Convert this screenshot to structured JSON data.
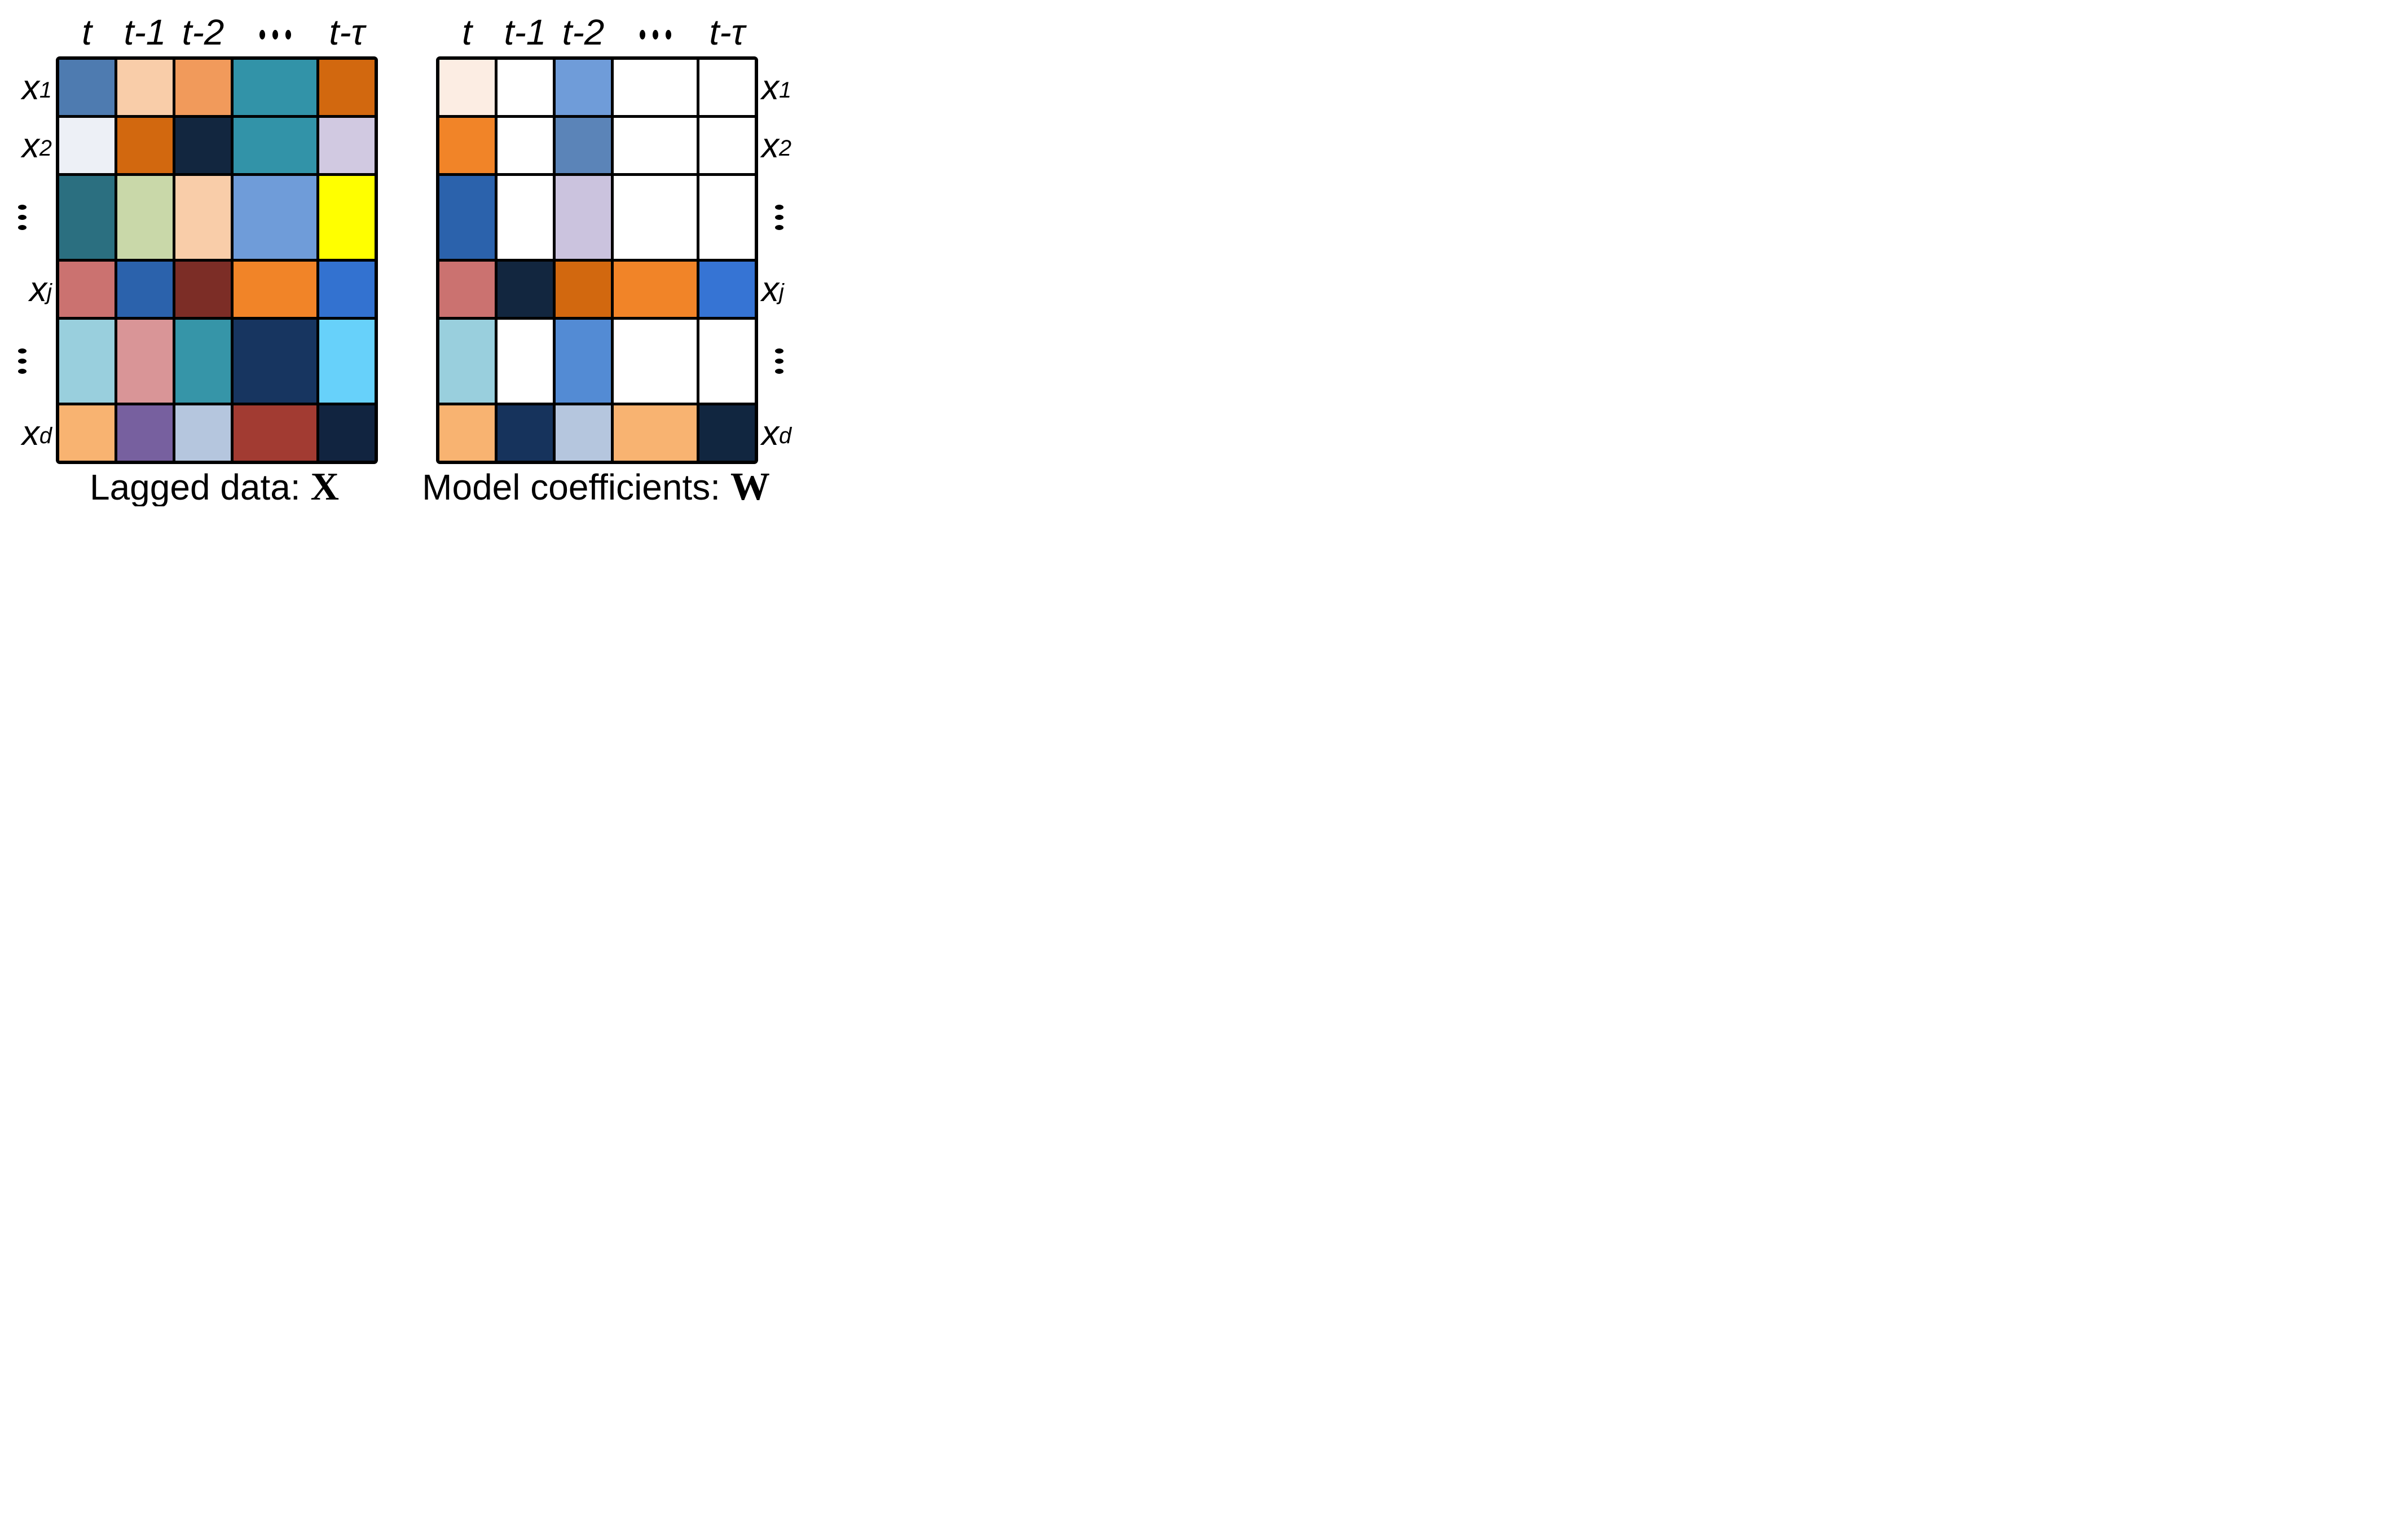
{
  "figure": {
    "column_headers": [
      "t",
      "t-1",
      "t-2",
      "⋯",
      "t-τ"
    ],
    "row_labels": [
      {
        "base": "x",
        "sub": "1"
      },
      {
        "base": "x",
        "sub": "2"
      },
      {
        "dots": true
      },
      {
        "base": "x",
        "sub": "j"
      },
      {
        "dots": true
      },
      {
        "base": "x",
        "sub": "d"
      }
    ],
    "captions": {
      "left_text": "Lagged data: ",
      "left_symbol": "X",
      "right_text": "Model coefficients: ",
      "right_symbol": "W"
    }
  },
  "chart_data": {
    "type": "heatmap",
    "title": "Lagged data matrix X and sparse model coefficient matrix W",
    "columns": [
      "t",
      "t-1",
      "t-2",
      "⋯",
      "t-τ"
    ],
    "rows": [
      "x1",
      "x2",
      "⋮",
      "xj",
      "⋮",
      "xd"
    ],
    "grid_line_color": "#000000",
    "empty_cell_color": "#ffffff",
    "matrices": [
      {
        "name": "Lagged data: X",
        "caption": "Lagged data: X",
        "cell_colors": [
          [
            "#4e7bb0",
            "#f9cda9",
            "#f19a5b",
            "#3293a8",
            "#d2680f"
          ],
          [
            "#edf0f6",
            "#d2680f",
            "#12263f",
            "#3293a8",
            "#d1c9e1"
          ],
          [
            "#2b6f80",
            "#c9d8a9",
            "#f9cda9",
            "#6f9cd9",
            "#ffff00"
          ],
          [
            "#cb7270",
            "#2b62ac",
            "#7c2d26",
            "#f18428",
            "#3372d0"
          ],
          [
            "#99cfdd",
            "#d99597",
            "#3695a8",
            "#173560",
            "#67d1fa"
          ],
          [
            "#f8b371",
            "#77609f",
            "#b5c6de",
            "#a23b32",
            "#112440"
          ]
        ]
      },
      {
        "name": "Model coefficients: W",
        "caption": "Model coefficients: W",
        "cell_colors": [
          [
            "#fcede3",
            null,
            "#6f9cd9",
            null,
            null
          ],
          [
            "#f18428",
            null,
            "#5b84b8",
            null,
            null
          ],
          [
            "#2b62ac",
            null,
            "#cbc3de",
            null,
            null
          ],
          [
            "#cb7270",
            "#12263f",
            "#d2680f",
            "#f18428",
            "#3674d4"
          ],
          [
            "#99cfdd",
            null,
            "#538bd4",
            null,
            null
          ],
          [
            "#f8b371",
            "#16335c",
            "#b5c6de",
            "#f8b371",
            "#112640"
          ]
        ]
      }
    ]
  }
}
